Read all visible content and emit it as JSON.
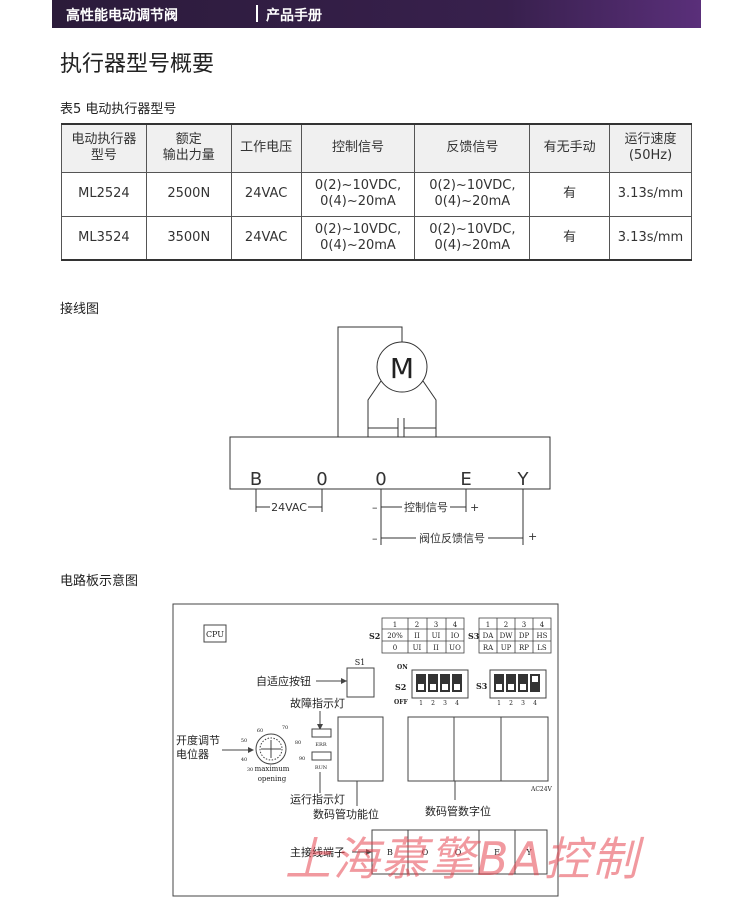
{
  "header": {
    "brand": "高性能电动调节阀",
    "section": "产品手册"
  },
  "page_title": "执行器型号概要",
  "table_caption": "表5 电动执行器型号",
  "table": {
    "headers": [
      [
        "电动执行器",
        "型号"
      ],
      [
        "额定",
        "输出力量"
      ],
      [
        "工作电压"
      ],
      [
        "控制信号"
      ],
      [
        "反馈信号"
      ],
      [
        "有无手动"
      ],
      [
        "运行速度",
        "(50Hz)"
      ]
    ],
    "rows": [
      {
        "model": "ML2524",
        "force": "2500N",
        "voltage": "24VAC",
        "control": [
          "0(2)~10VDC,",
          "0(4)~20mA"
        ],
        "feedback": [
          "0(2)~10VDC,",
          "0(4)~20mA"
        ],
        "manual": "有",
        "speed": "3.13s/mm"
      },
      {
        "model": "ML3524",
        "force": "3500N",
        "voltage": "24VAC",
        "control": [
          "0(2)~10VDC,",
          "0(4)~20mA"
        ],
        "feedback": [
          "0(2)~10VDC,",
          "0(4)~20mA"
        ],
        "manual": "有",
        "speed": "3.13s/mm"
      }
    ]
  },
  "wiring": {
    "label": "接线图",
    "motor": "M",
    "terminals": [
      "B",
      "0",
      "0",
      "E",
      "Y"
    ],
    "supply": "24VAC",
    "control_signal": "控制信号",
    "feedback_signal": "阀位反馈信号",
    "minus": "–",
    "plus": "+"
  },
  "board": {
    "label": "电路板示意图",
    "cpu": "CPU",
    "s2_label": "S2",
    "s3_label": "S3",
    "s2_table": {
      "header": [
        "1",
        "2",
        "3",
        "4"
      ],
      "rows": [
        [
          "20%",
          "II",
          "UI",
          "IO"
        ],
        [
          "0",
          "UI",
          "II",
          "UO"
        ]
      ]
    },
    "s3_table": {
      "header": [
        "1",
        "2",
        "3",
        "4"
      ],
      "rows": [
        [
          "DA",
          "DW",
          "DP",
          "HS"
        ],
        [
          "RA",
          "UP",
          "RP",
          "LS"
        ]
      ]
    },
    "s1_label": "S1",
    "on": "ON",
    "off": "OFF",
    "dip_numbers": [
      "1",
      "2",
      "3",
      "4"
    ],
    "adaptive_button": "自适应按钮",
    "fault_led": "故障指示灯",
    "err": "ERR",
    "run": "RUN",
    "opening_adjust": [
      "开度调节",
      "电位器"
    ],
    "dial_marks": [
      "50",
      "60",
      "70",
      "80",
      "90",
      "40",
      "30"
    ],
    "dial_text": [
      "maximum",
      "opening"
    ],
    "run_led": "运行指示灯",
    "digit_function": "数码管功能位",
    "digit_number": "数码管数字位",
    "ac24v": "AC24V",
    "main_terminal": "主接线端子",
    "board_terminals": [
      "B",
      "O",
      "O",
      "E",
      "Y"
    ]
  },
  "watermark": "上海慕擎BA控制"
}
